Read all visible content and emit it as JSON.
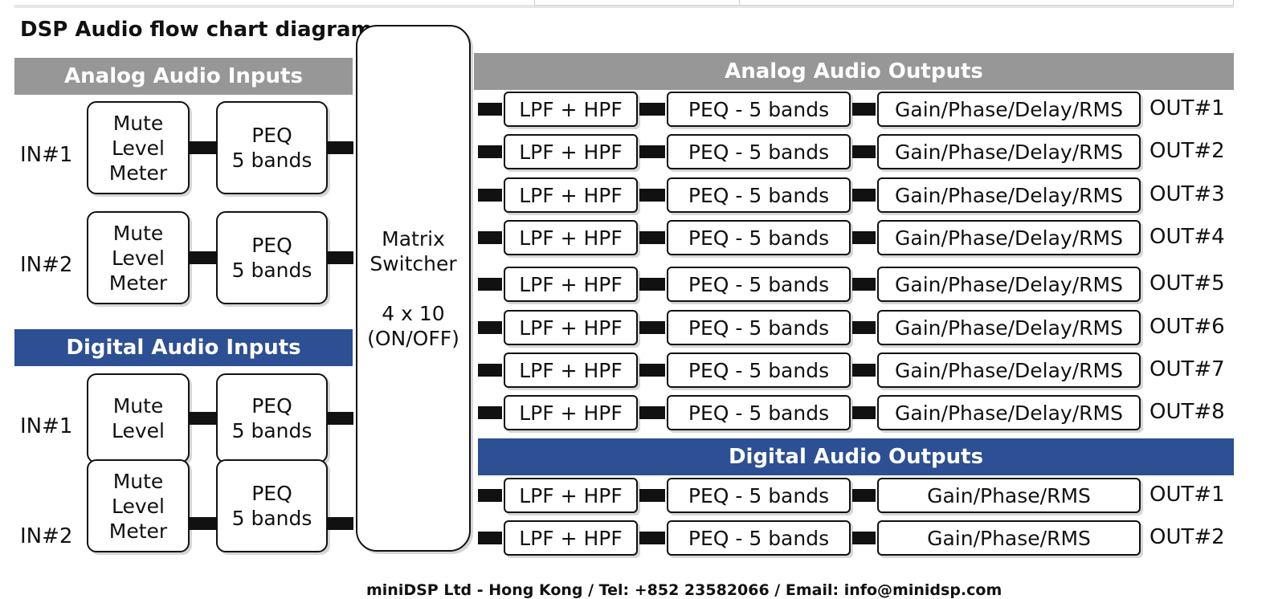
{
  "title": "DSP Audio flow chart diagram",
  "colors": {
    "gray_banner": "#979797",
    "blue_banner": "#2d4f93"
  },
  "analog_inputs": {
    "header": "Analog Audio Inputs",
    "rows": [
      {
        "label": "IN#1",
        "control": "Mute\nLevel\nMeter",
        "peq": "PEQ\n5 bands"
      },
      {
        "label": "IN#2",
        "control": "Mute\nLevel\nMeter",
        "peq": "PEQ\n5 bands"
      }
    ]
  },
  "digital_inputs": {
    "header": "Digital Audio Inputs",
    "rows": [
      {
        "label": "IN#1",
        "control": "Mute\nLevel",
        "peq": "PEQ\n5 bands"
      },
      {
        "label": "IN#2",
        "control": "Mute\nLevel\nMeter",
        "peq": "PEQ\n5 bands"
      }
    ]
  },
  "matrix": {
    "text": "Matrix\nSwitcher\n\n4 x 10\n(ON/OFF)"
  },
  "analog_outputs": {
    "header": "Analog Audio Outputs",
    "rows": [
      {
        "filter": "LPF + HPF",
        "peq": "PEQ - 5 bands",
        "gain": "Gain/Phase/Delay/RMS",
        "label": "OUT#1"
      },
      {
        "filter": "LPF + HPF",
        "peq": "PEQ - 5 bands",
        "gain": "Gain/Phase/Delay/RMS",
        "label": "OUT#2"
      },
      {
        "filter": "LPF + HPF",
        "peq": "PEQ - 5 bands",
        "gain": "Gain/Phase/Delay/RMS",
        "label": "OUT#3"
      },
      {
        "filter": "LPF + HPF",
        "peq": "PEQ - 5 bands",
        "gain": "Gain/Phase/Delay/RMS",
        "label": "OUT#4"
      },
      {
        "filter": "LPF + HPF",
        "peq": "PEQ - 5 bands",
        "gain": "Gain/Phase/Delay/RMS",
        "label": "OUT#5"
      },
      {
        "filter": "LPF + HPF",
        "peq": "PEQ - 5 bands",
        "gain": "Gain/Phase/Delay/RMS",
        "label": "OUT#6"
      },
      {
        "filter": "LPF + HPF",
        "peq": "PEQ - 5 bands",
        "gain": "Gain/Phase/Delay/RMS",
        "label": "OUT#7"
      },
      {
        "filter": "LPF + HPF",
        "peq": "PEQ - 5 bands",
        "gain": "Gain/Phase/Delay/RMS",
        "label": "OUT#8"
      }
    ]
  },
  "digital_outputs": {
    "header": "Digital Audio Outputs",
    "rows": [
      {
        "filter": "LPF + HPF",
        "peq": "PEQ - 5 bands",
        "gain": "Gain/Phase/RMS",
        "label": "OUT#1"
      },
      {
        "filter": "LPF + HPF",
        "peq": "PEQ - 5 bands",
        "gain": "Gain/Phase/RMS",
        "label": "OUT#2"
      }
    ]
  },
  "footer": "miniDSP Ltd - Hong Kong / Tel: +852 23582066 / Email: info@minidsp.com"
}
